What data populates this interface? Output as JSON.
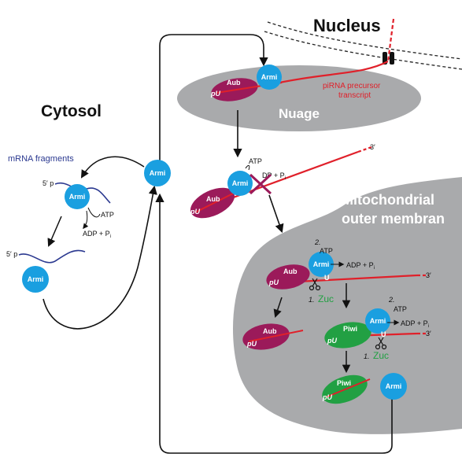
{
  "regions": {
    "nucleus": "Nucleus",
    "cytosol": "Cytosol",
    "nuage": "Nuage",
    "mito_line1": "Mitochondrial",
    "mito_line2": "outer membran"
  },
  "labels": {
    "mrna_fragments": "mRNA fragments",
    "pirna_line1": "piRNA precursor",
    "pirna_line2": "transcript",
    "five_prime": "5′ p",
    "three_prime": "3′",
    "atp": "ATP",
    "adp_pi": "ADP + P",
    "adp_pi_cut": "DP + P",
    "pi_sub": "i",
    "step1": "1.",
    "step2": "2.",
    "zuc": "Zuc",
    "armi": "Armi",
    "aub": "Aub",
    "piwi": "Piwi",
    "pu": "pU",
    "u": "U"
  },
  "colors": {
    "armi": "#1a9fe0",
    "aub": "#9b1a5a",
    "piwi": "#22a043",
    "rna": "#e0202a",
    "mrna": "#2b3990",
    "cell_region": "#a9aaac",
    "zuc": "#22a043"
  }
}
